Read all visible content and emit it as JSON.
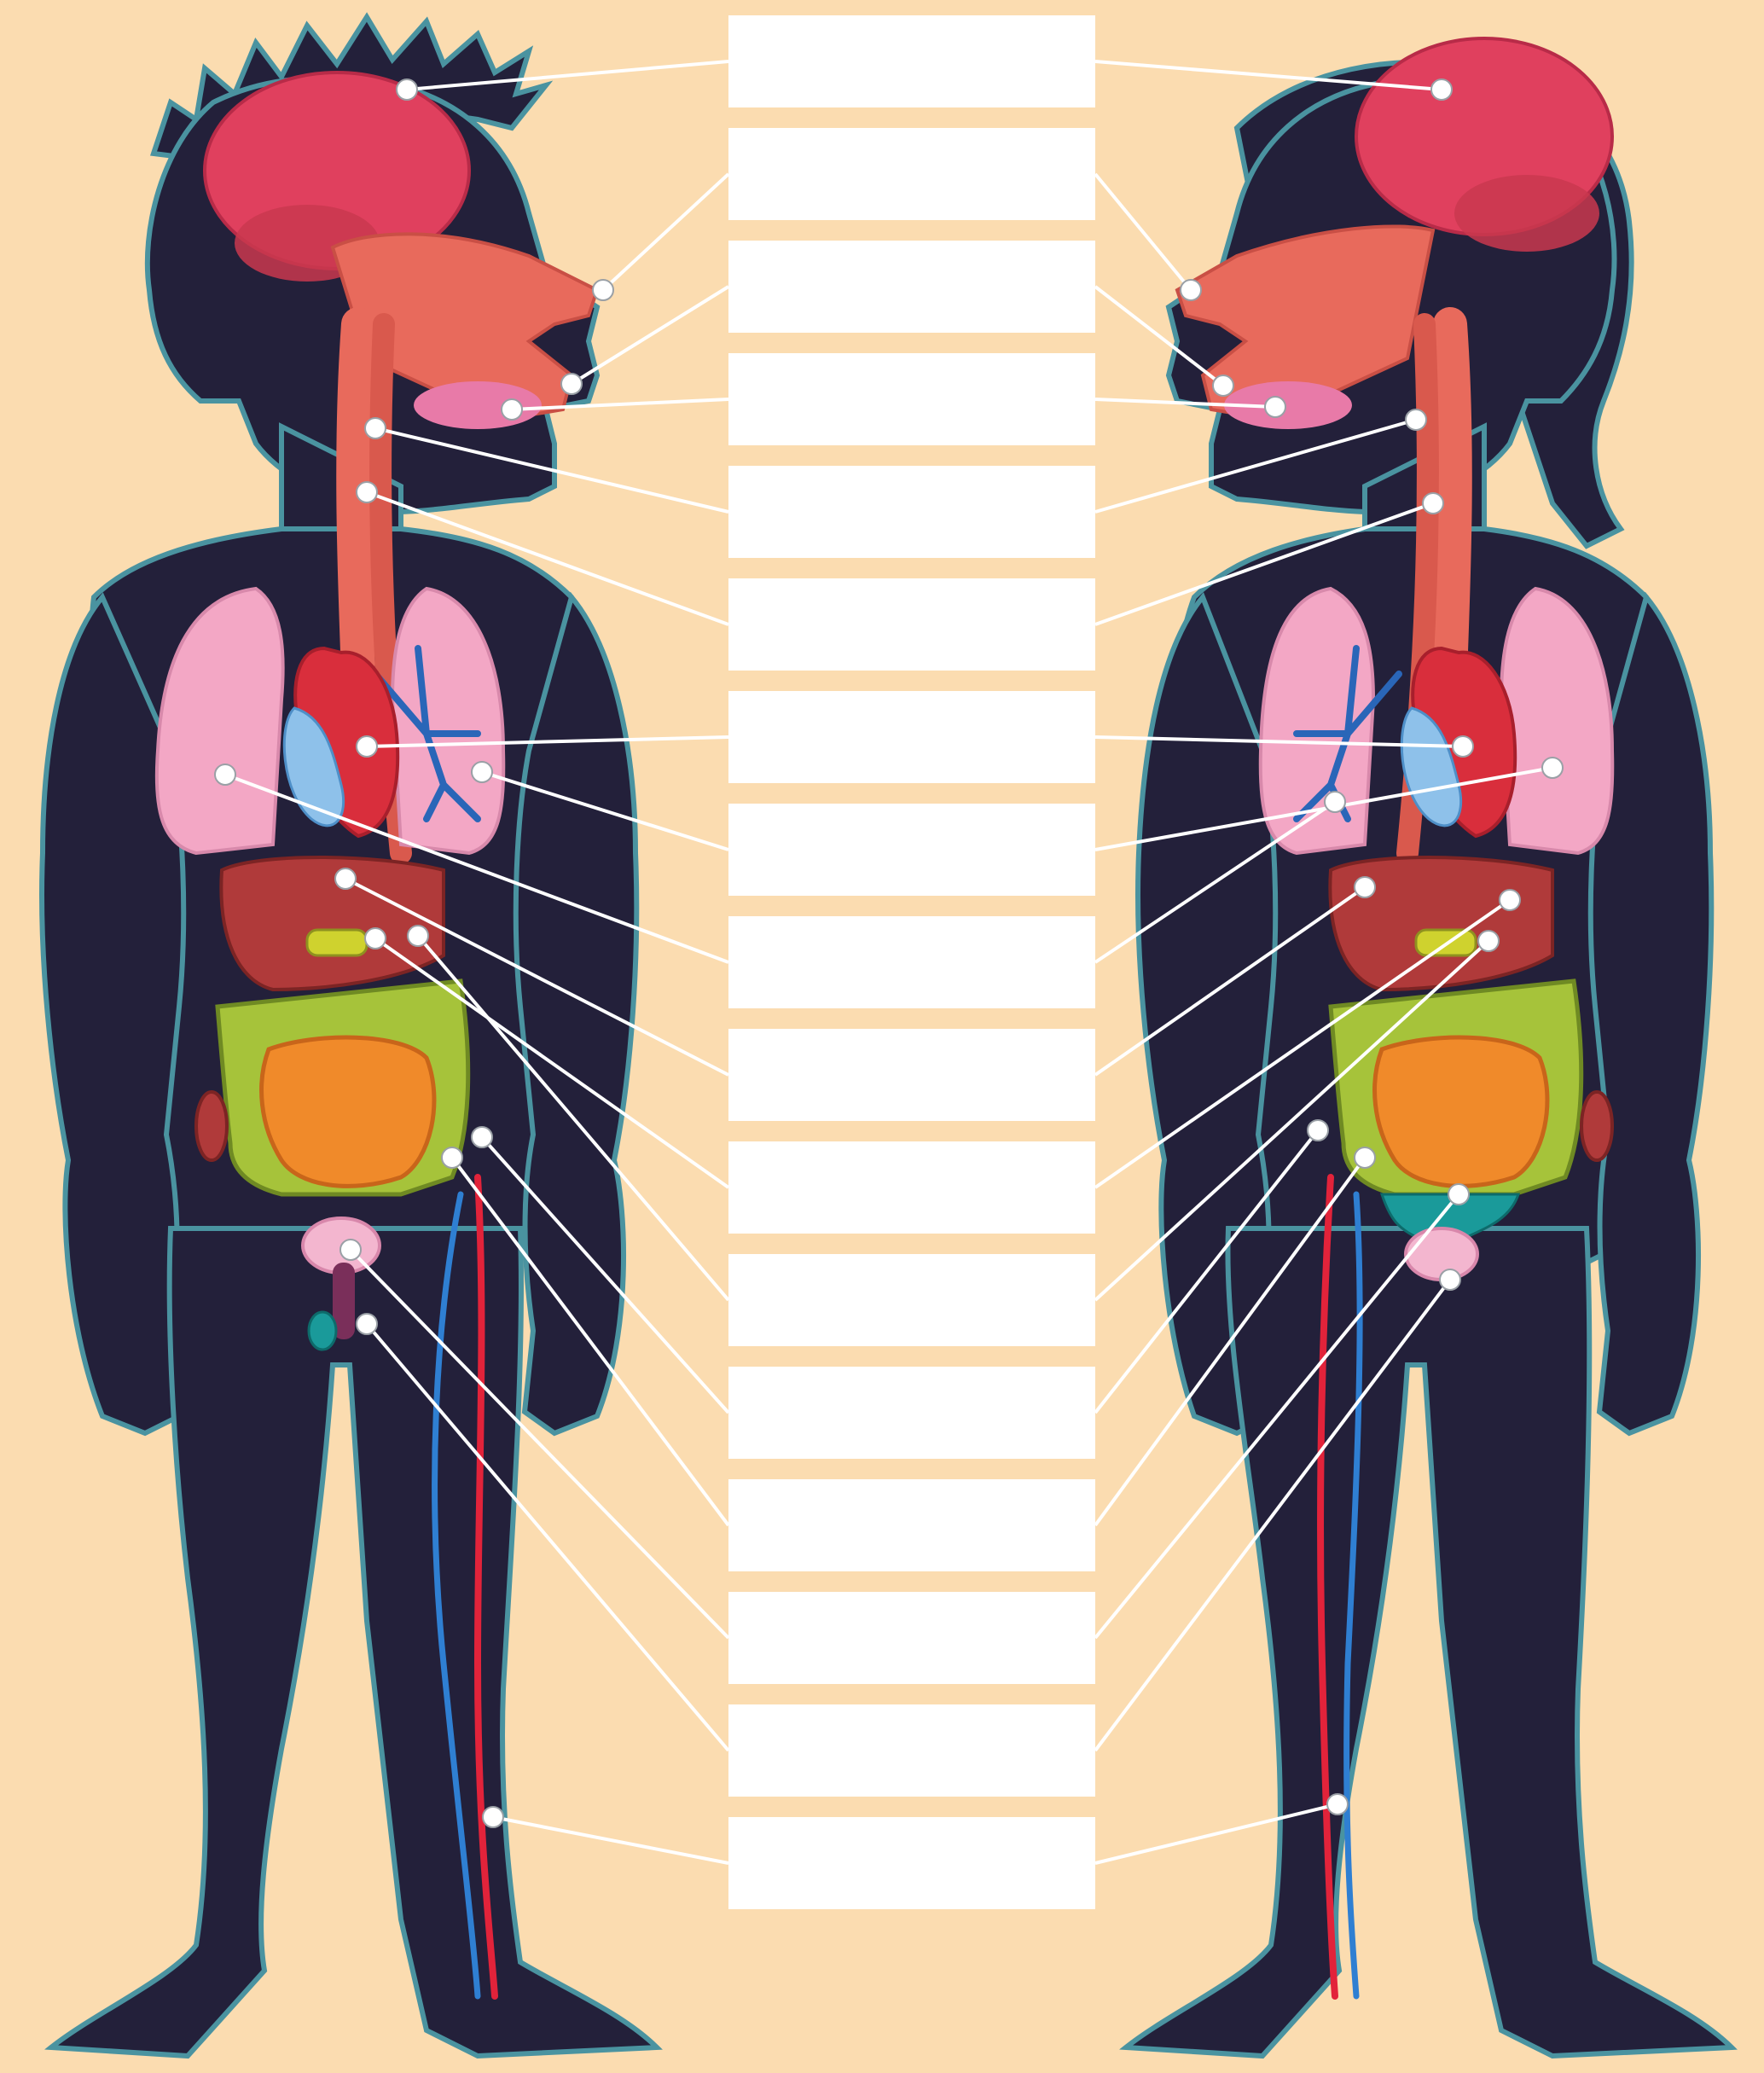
{
  "colors": {
    "background": "#fbdcb0",
    "silhouette": "#23203a",
    "silhouette_outline": "#4a93a0",
    "label_box": "#ffffff",
    "leader_line": "#ffffff",
    "brain": "#e0405e",
    "airway": "#e86a5c",
    "lung": "#f3a7c5",
    "heart": "#d92e3c",
    "liver": "#b03a3a",
    "large_intestine": "#a6c33a",
    "small_intestine": "#f08a2a",
    "artery": "#e2233a",
    "vein": "#2f7fd2",
    "bladder": "#f3b6cf",
    "uterus": "#1a9a9a",
    "gallbladder": "#cfd22e"
  },
  "labels": [
    {
      "id": "label-1",
      "text": ""
    },
    {
      "id": "label-2",
      "text": ""
    },
    {
      "id": "label-3",
      "text": ""
    },
    {
      "id": "label-4",
      "text": ""
    },
    {
      "id": "label-5",
      "text": ""
    },
    {
      "id": "label-6",
      "text": ""
    },
    {
      "id": "label-7",
      "text": ""
    },
    {
      "id": "label-8",
      "text": ""
    },
    {
      "id": "label-9",
      "text": ""
    },
    {
      "id": "label-10",
      "text": ""
    },
    {
      "id": "label-11",
      "text": ""
    },
    {
      "id": "label-12",
      "text": ""
    },
    {
      "id": "label-13",
      "text": ""
    },
    {
      "id": "label-14",
      "text": ""
    },
    {
      "id": "label-15",
      "text": ""
    },
    {
      "id": "label-16",
      "text": ""
    },
    {
      "id": "label-17",
      "text": ""
    }
  ]
}
